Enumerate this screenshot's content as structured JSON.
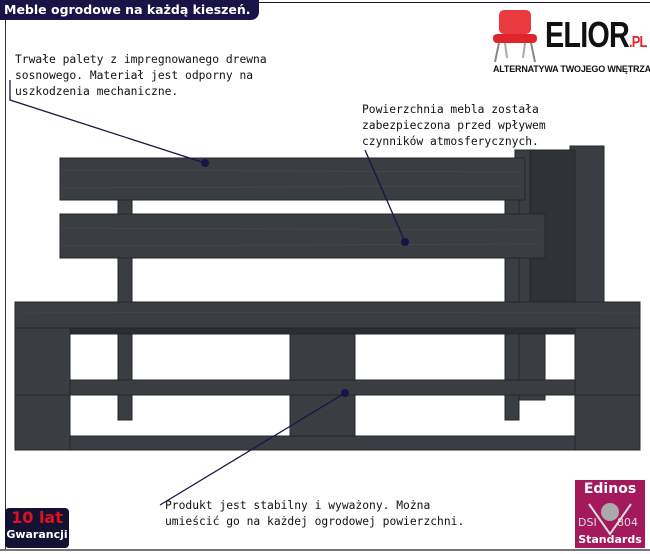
{
  "header": {
    "title": "Meble ogrodowe na każdą kieszeń."
  },
  "logo": {
    "name": "ELIOR",
    "suffix": ".PL",
    "tagline": "ALTERNATYWA TWOJEGO WNĘTRZA"
  },
  "annotations": [
    {
      "lines": [
        "Trwałe palety z impregnowanego drewna",
        "sosnowego. Materiał jest odporny na",
        "uszkodzenia mechaniczne."
      ]
    },
    {
      "lines": [
        "Powierzchnia mebla została",
        "zabezpieczona przed wpływem",
        "czynników atmosferycznych."
      ]
    },
    {
      "lines": [
        "Produkt jest stabilny i wyważony. Można",
        "umieścić go na każdej ogrodowej powierzchni."
      ]
    }
  ],
  "warranty": {
    "years": "10 lat",
    "label": "Gwarancji"
  },
  "certificate": {
    "brand": "Edinos",
    "left": "DSI",
    "right": "804",
    "label": "Standards"
  },
  "colors": {
    "navy": "#1a1446",
    "wood": "#3a3d42",
    "edinos": "#a3195b",
    "red": "#e0242b"
  }
}
